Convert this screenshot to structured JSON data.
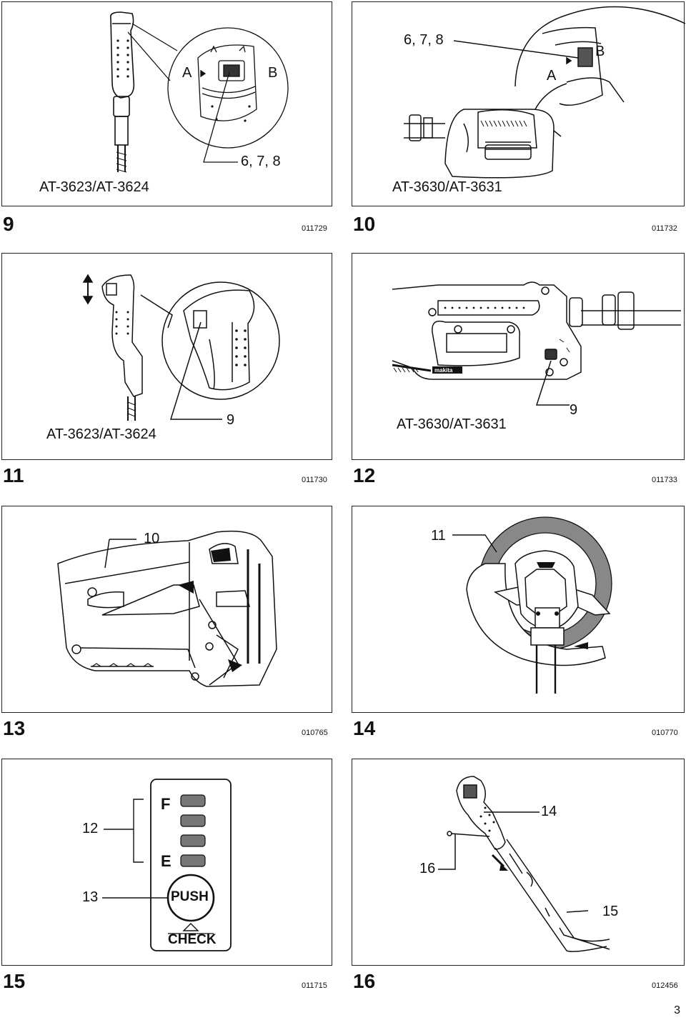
{
  "figures": [
    {
      "number": "9",
      "code": "011729",
      "labels": {
        "a": "A",
        "b": "B",
        "callout": "6, 7, 8",
        "model": "AT-3623/AT-3624"
      }
    },
    {
      "number": "10",
      "code": "011732",
      "labels": {
        "callout": "6, 7, 8",
        "a": "A",
        "b": "B",
        "model": "AT-3630/AT-3631"
      }
    },
    {
      "number": "11",
      "code": "011730",
      "labels": {
        "model": "AT-3623/AT-3624",
        "callout": "9"
      }
    },
    {
      "number": "12",
      "code": "011733",
      "labels": {
        "model": "AT-3630/AT-3631",
        "callout": "9"
      }
    },
    {
      "number": "13",
      "code": "010765",
      "labels": {
        "callout": "10"
      }
    },
    {
      "number": "14",
      "code": "010770",
      "labels": {
        "callout": "11"
      }
    },
    {
      "number": "15",
      "code": "011715",
      "labels": {
        "c12": "12",
        "c13": "13",
        "f": "F",
        "e": "E",
        "push": "PUSH",
        "check": "CHECK"
      }
    },
    {
      "number": "16",
      "code": "012456",
      "labels": {
        "c14": "14",
        "c15": "15",
        "c16": "16"
      }
    }
  ],
  "brand_logo": "makita",
  "page_number": "3"
}
